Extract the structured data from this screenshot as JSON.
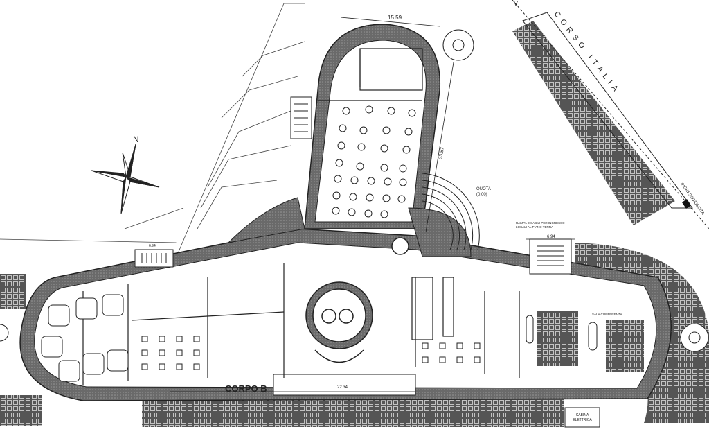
{
  "plan": {
    "north_label": "N",
    "street_name": "CORSO ITALIA",
    "street_corner": "V",
    "entrance_label": "INGRESSO/USCITA",
    "quota_label": "QUOTA",
    "quota_value": "(0,00)",
    "ramp_note_line1": "RAMPA DISABILI PER INGRESSO",
    "ramp_note_line2": "LOCALI AL PIANO TERRA",
    "dim_top_width": "15.59",
    "dim_tower_length": "33.87",
    "dim_ramp": "6.94",
    "dim_left_stair": "6.94",
    "dim_corpo_b": "22.34",
    "wing_label": "CORPO B",
    "cabin_label_line1": "CABINA",
    "cabin_label_line2": "ELETTRICA",
    "conference_label": "SALA CONFERENZA"
  },
  "colors": {
    "wall": "#3a3a3a",
    "hatch": "#555555",
    "line": "#222222"
  }
}
